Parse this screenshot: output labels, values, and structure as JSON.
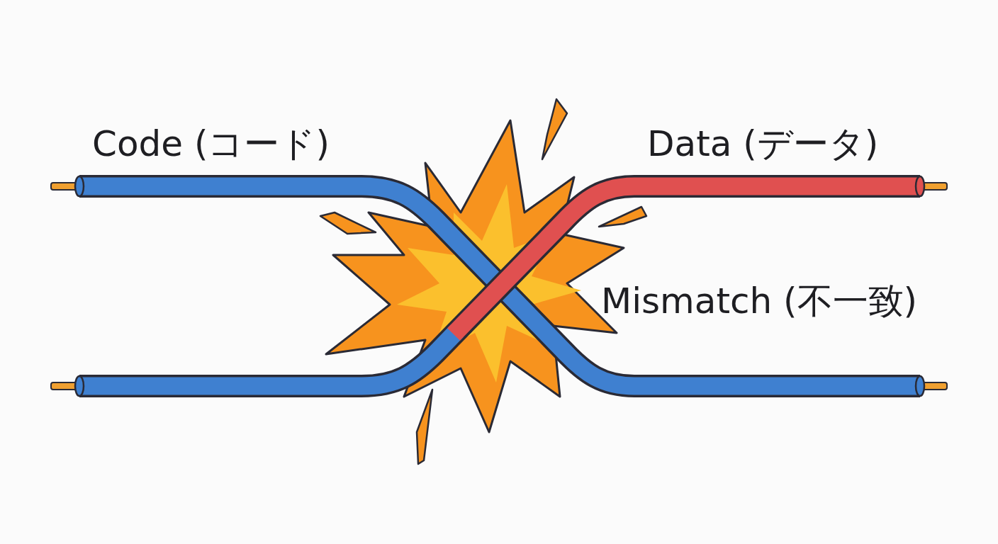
{
  "diagram": {
    "labels": [
      "Code (コード)",
      "Data (データ)",
      "Mismatch (不一致)"
    ]
  }
}
